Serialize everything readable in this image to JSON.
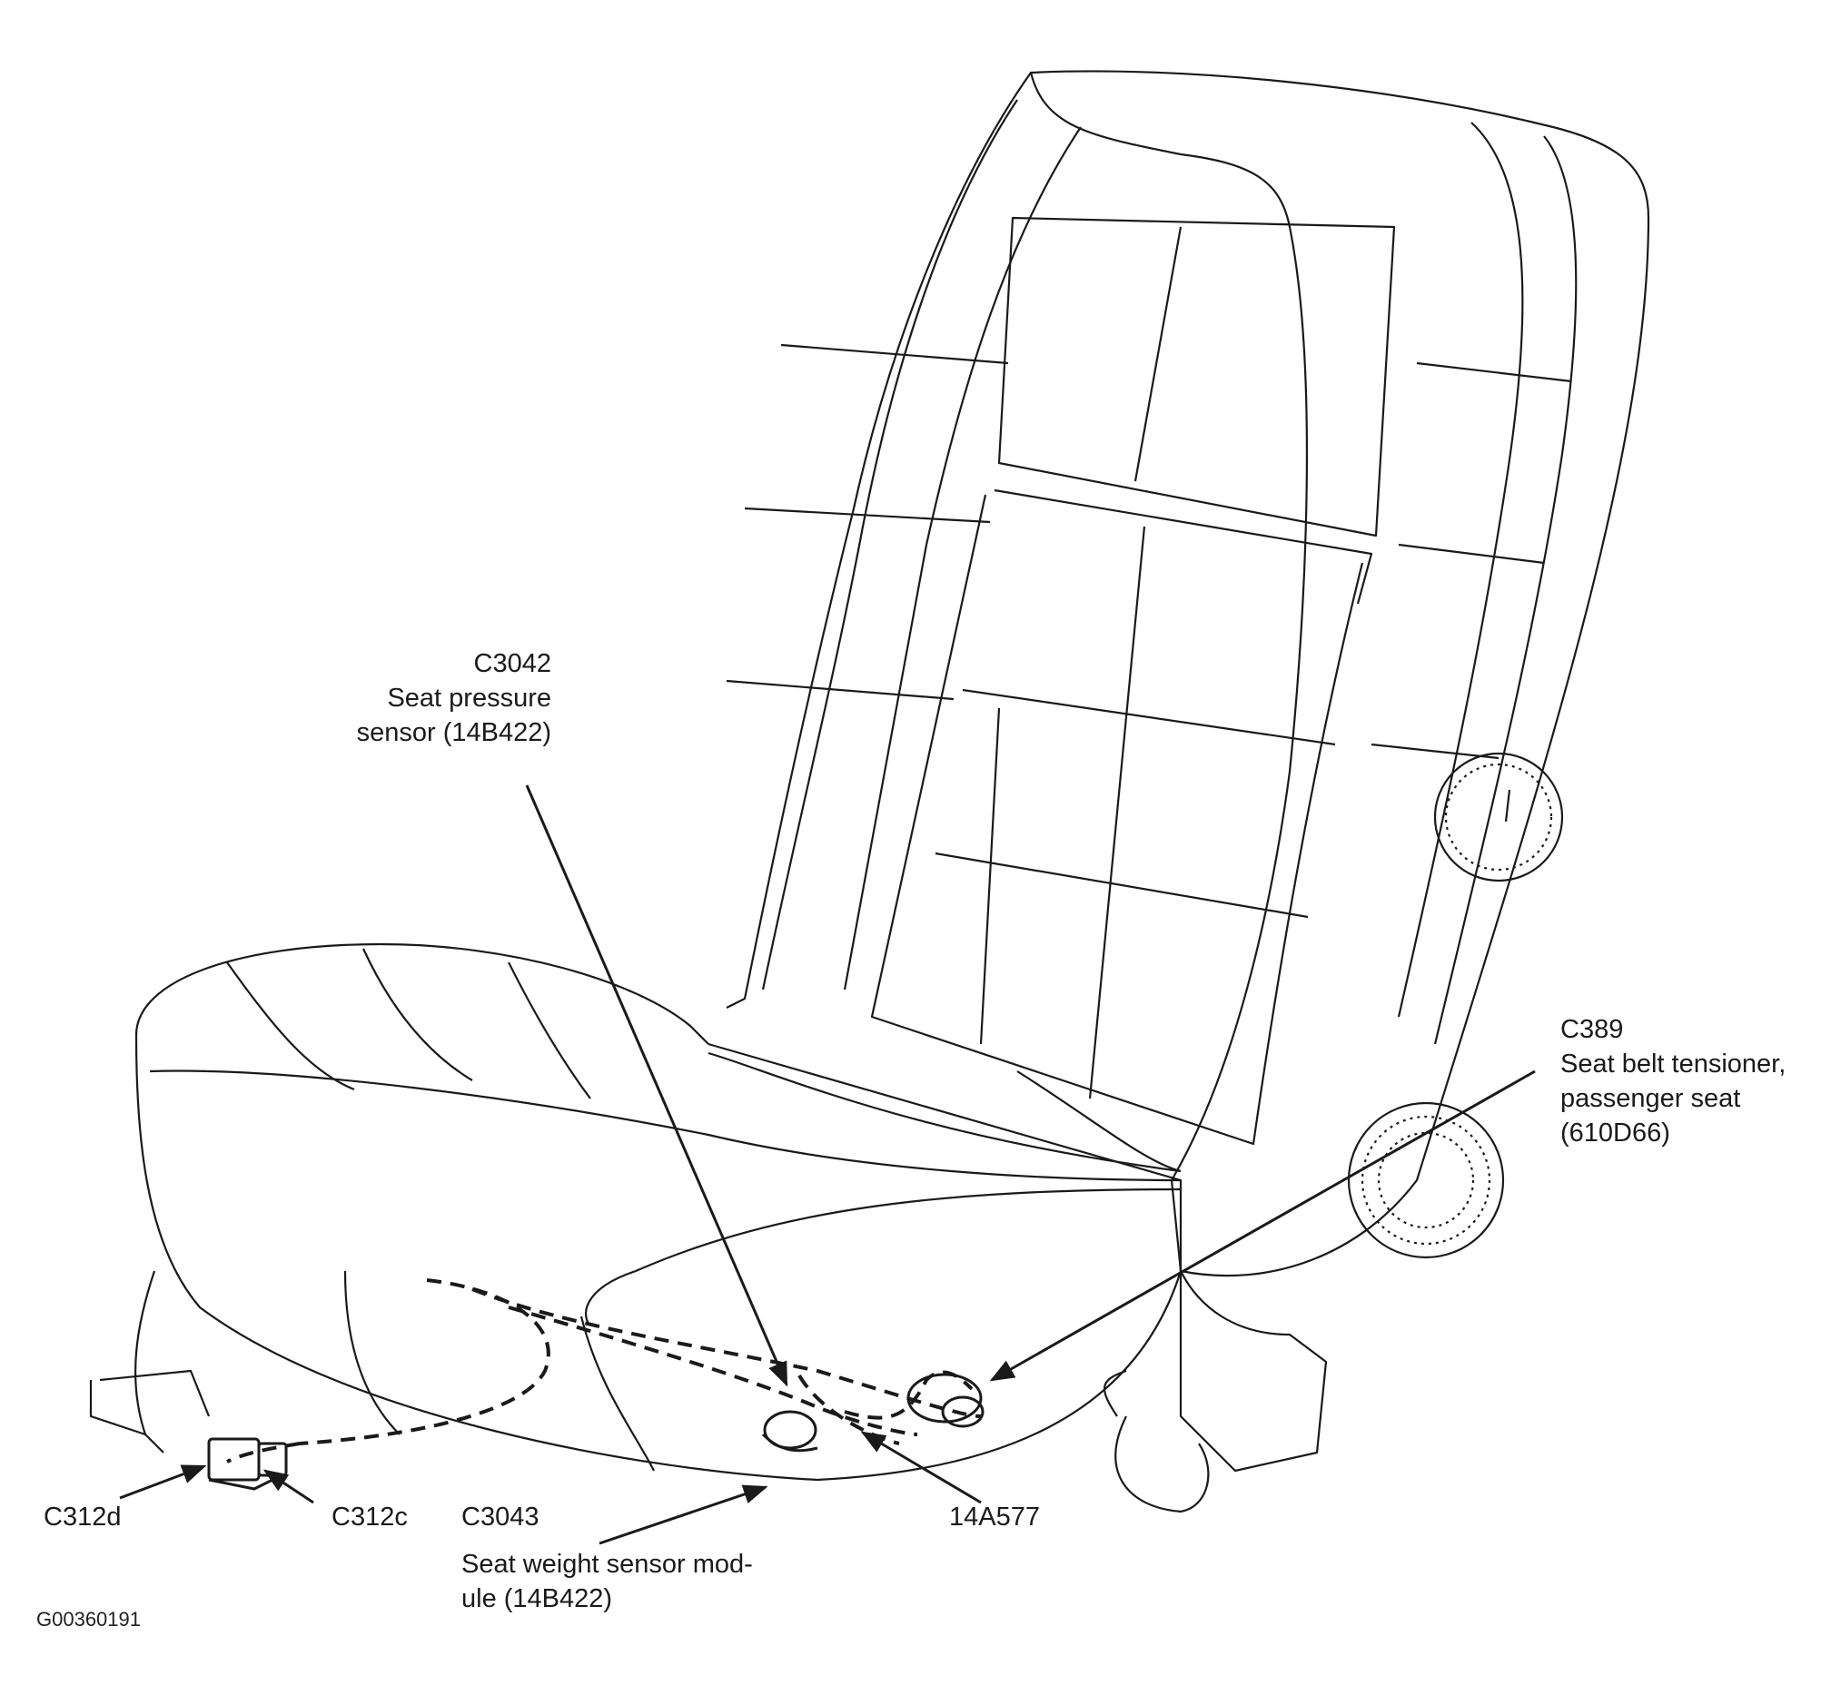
{
  "callouts": {
    "c3042": {
      "code": "C3042",
      "line1": "Seat pressure",
      "line2": "sensor (14B422)"
    },
    "c389": {
      "code": "C389",
      "line1": "Seat belt tensioner,",
      "line2": "passenger seat",
      "line3": "(610D66)"
    },
    "c312d": {
      "code": "C312d"
    },
    "c312c": {
      "code": "C312c"
    },
    "c3043": {
      "code": "C3043",
      "line1": "Seat weight sensor mod-",
      "line2": "ule (14B422)"
    },
    "h14a577": {
      "code": "14A577"
    }
  },
  "figure_id": "G00360191",
  "colors": {
    "line": "#1a1a1a",
    "background": "#ffffff"
  }
}
